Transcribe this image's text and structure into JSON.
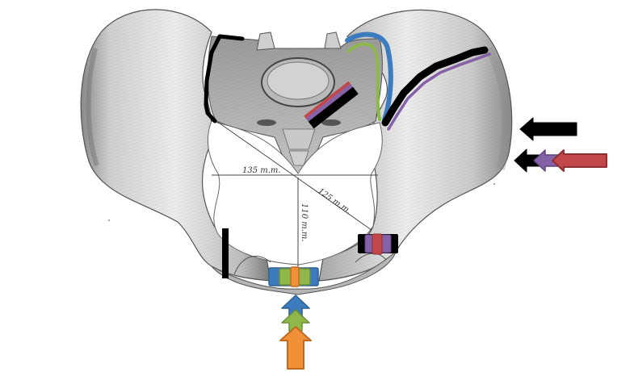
{
  "figure": {
    "subject": "Female pelvis, superior view (pelvic inlet diameters)",
    "measurements": {
      "transverse": "135 m.m.",
      "oblique": "125 m.m.",
      "conjugate": "110 m.m."
    }
  },
  "colors": {
    "black": "#000000",
    "blue": "#3d7bbf",
    "blue_border": "#2e5f94",
    "green": "#8fb84a",
    "green_border": "#6e8f35",
    "orange": "#f0913a",
    "orange_border": "#c26a22",
    "purple": "#8562a8",
    "purple_border": "#5f4580",
    "red": "#c0484a",
    "red_border": "#8e2f31",
    "bone_light": "#e6e6e6",
    "bone_mid": "#b9b9b9",
    "bone_dark": "#6d6d6d"
  },
  "annotations": {
    "lines": [
      {
        "id": "sacral-ala-outline",
        "color": "black",
        "side": "left"
      },
      {
        "id": "sacral-promontory-band",
        "colors": [
          "red",
          "purple",
          "black"
        ]
      },
      {
        "id": "sacroiliac-curve",
        "colors": [
          "blue",
          "green"
        ]
      },
      {
        "id": "iliac-crest-line",
        "colors": [
          "black",
          "purple"
        ]
      }
    ],
    "markers": [
      {
        "id": "pubic-symphysis-marker",
        "colors": [
          "blue",
          "green",
          "orange"
        ]
      },
      {
        "id": "right-pubic-ramus-marker",
        "colors": [
          "black",
          "purple",
          "red"
        ]
      },
      {
        "id": "left-ramus-bar",
        "colors": [
          "black"
        ]
      }
    ],
    "arrows": [
      {
        "id": "arrow-right-top",
        "colors": [
          "black"
        ],
        "direction": "left"
      },
      {
        "id": "arrow-right-bottom",
        "colors": [
          "black",
          "purple",
          "red"
        ],
        "direction": "left"
      },
      {
        "id": "arrow-bottom",
        "colors": [
          "blue",
          "green",
          "orange"
        ],
        "direction": "up"
      }
    ]
  }
}
